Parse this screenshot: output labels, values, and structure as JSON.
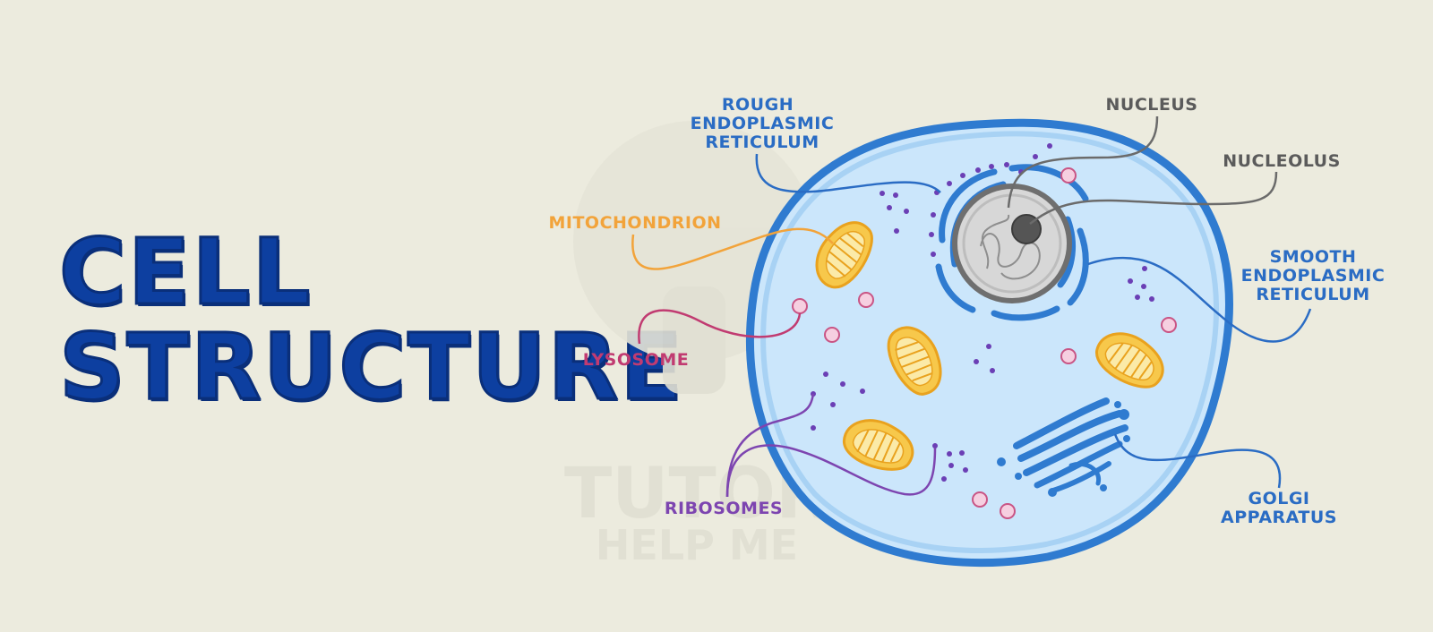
{
  "title": {
    "line1": "CELL",
    "line2": "STRUCTURE"
  },
  "watermark": {
    "line1": "TUTOR",
    "line2": "HELP ME"
  },
  "labels": {
    "rough_er": [
      "ROUGH",
      "ENDOPLASMIC",
      "RETICULUM"
    ],
    "nucleus": "NUCLEUS",
    "nucleolus": "NUCLEOLUS",
    "mitochondrion": "MITOCHONDRION",
    "smooth_er": [
      "SMOOTH",
      "ENDOPLASMIC",
      "RETICULUM"
    ],
    "lysosome": "LYSOSOME",
    "ribosomes": "RIBOSOMES",
    "golgi": [
      "GOLGI",
      "APPARATUS"
    ]
  },
  "colors": {
    "background": "#ecebde",
    "title": "#0d3fa0",
    "membrane": "#2f7bd0",
    "cytoplasm": "#cbe6fb",
    "blue_label": "#2a6cc4",
    "grey_label": "#5b5b5b",
    "orange_label": "#f2a33a",
    "pink_label": "#c13b71",
    "purple_label": "#7d45b0"
  }
}
